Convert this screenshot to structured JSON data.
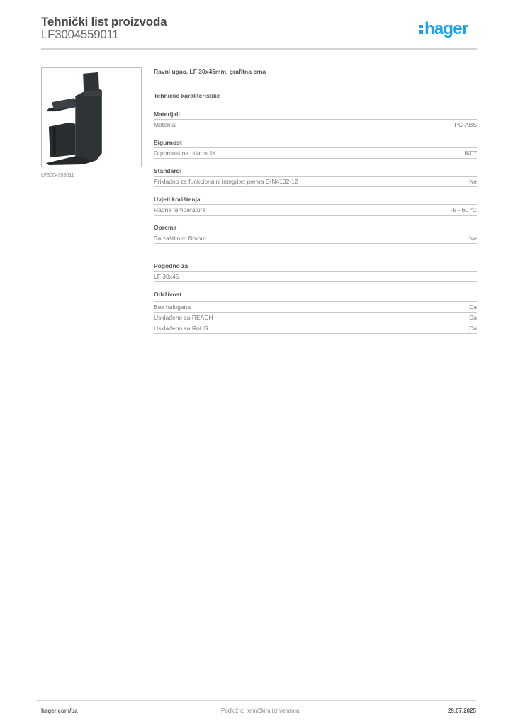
{
  "header": {
    "title": "Tehnički list proizvoda",
    "product_code": "LF3004559011",
    "logo_text": "hager",
    "brand_color": "#1aa3e6"
  },
  "image": {
    "caption": "LF3004559011"
  },
  "content": {
    "description": "Ravni ugao, LF 30x45mm, grafitna crna",
    "section_title": "Tehničke karakteristike",
    "groups": [
      {
        "title": "Materijali",
        "rows": [
          {
            "label": "Materijal",
            "value": "PC-ABS"
          }
        ]
      },
      {
        "title": "Sigurnost",
        "rows": [
          {
            "label": "Otpornost na udarce IK",
            "value": "IK07"
          }
        ]
      },
      {
        "title": "Standardi",
        "rows": [
          {
            "label": "Prikladno za funkcionalni integritet prema DIN4102-12",
            "value": "Ne"
          }
        ]
      },
      {
        "title": "Uvjeti korištenja",
        "rows": [
          {
            "label": "Radna temperatura",
            "value": "-5 - 60 °C"
          }
        ]
      },
      {
        "title": "Oprema",
        "rows": [
          {
            "label": "Sa zaštitnim filmom",
            "value": "Ne"
          }
        ]
      },
      {
        "title": "Pogodno za",
        "rows": [
          {
            "label": "LF 30x45",
            "value": ""
          }
        ]
      },
      {
        "title": "Održivost",
        "rows": [
          {
            "label": "Bez halogena",
            "value": "Da"
          },
          {
            "label": "Usklađeno sa REACH",
            "value": "Da"
          },
          {
            "label": "Usklađeno sa RoHS",
            "value": "Da"
          }
        ]
      }
    ]
  },
  "footer": {
    "website": "hager.com/ba",
    "notice": "Podložno tehničkim izmjenama",
    "date": "29.07.2025"
  }
}
